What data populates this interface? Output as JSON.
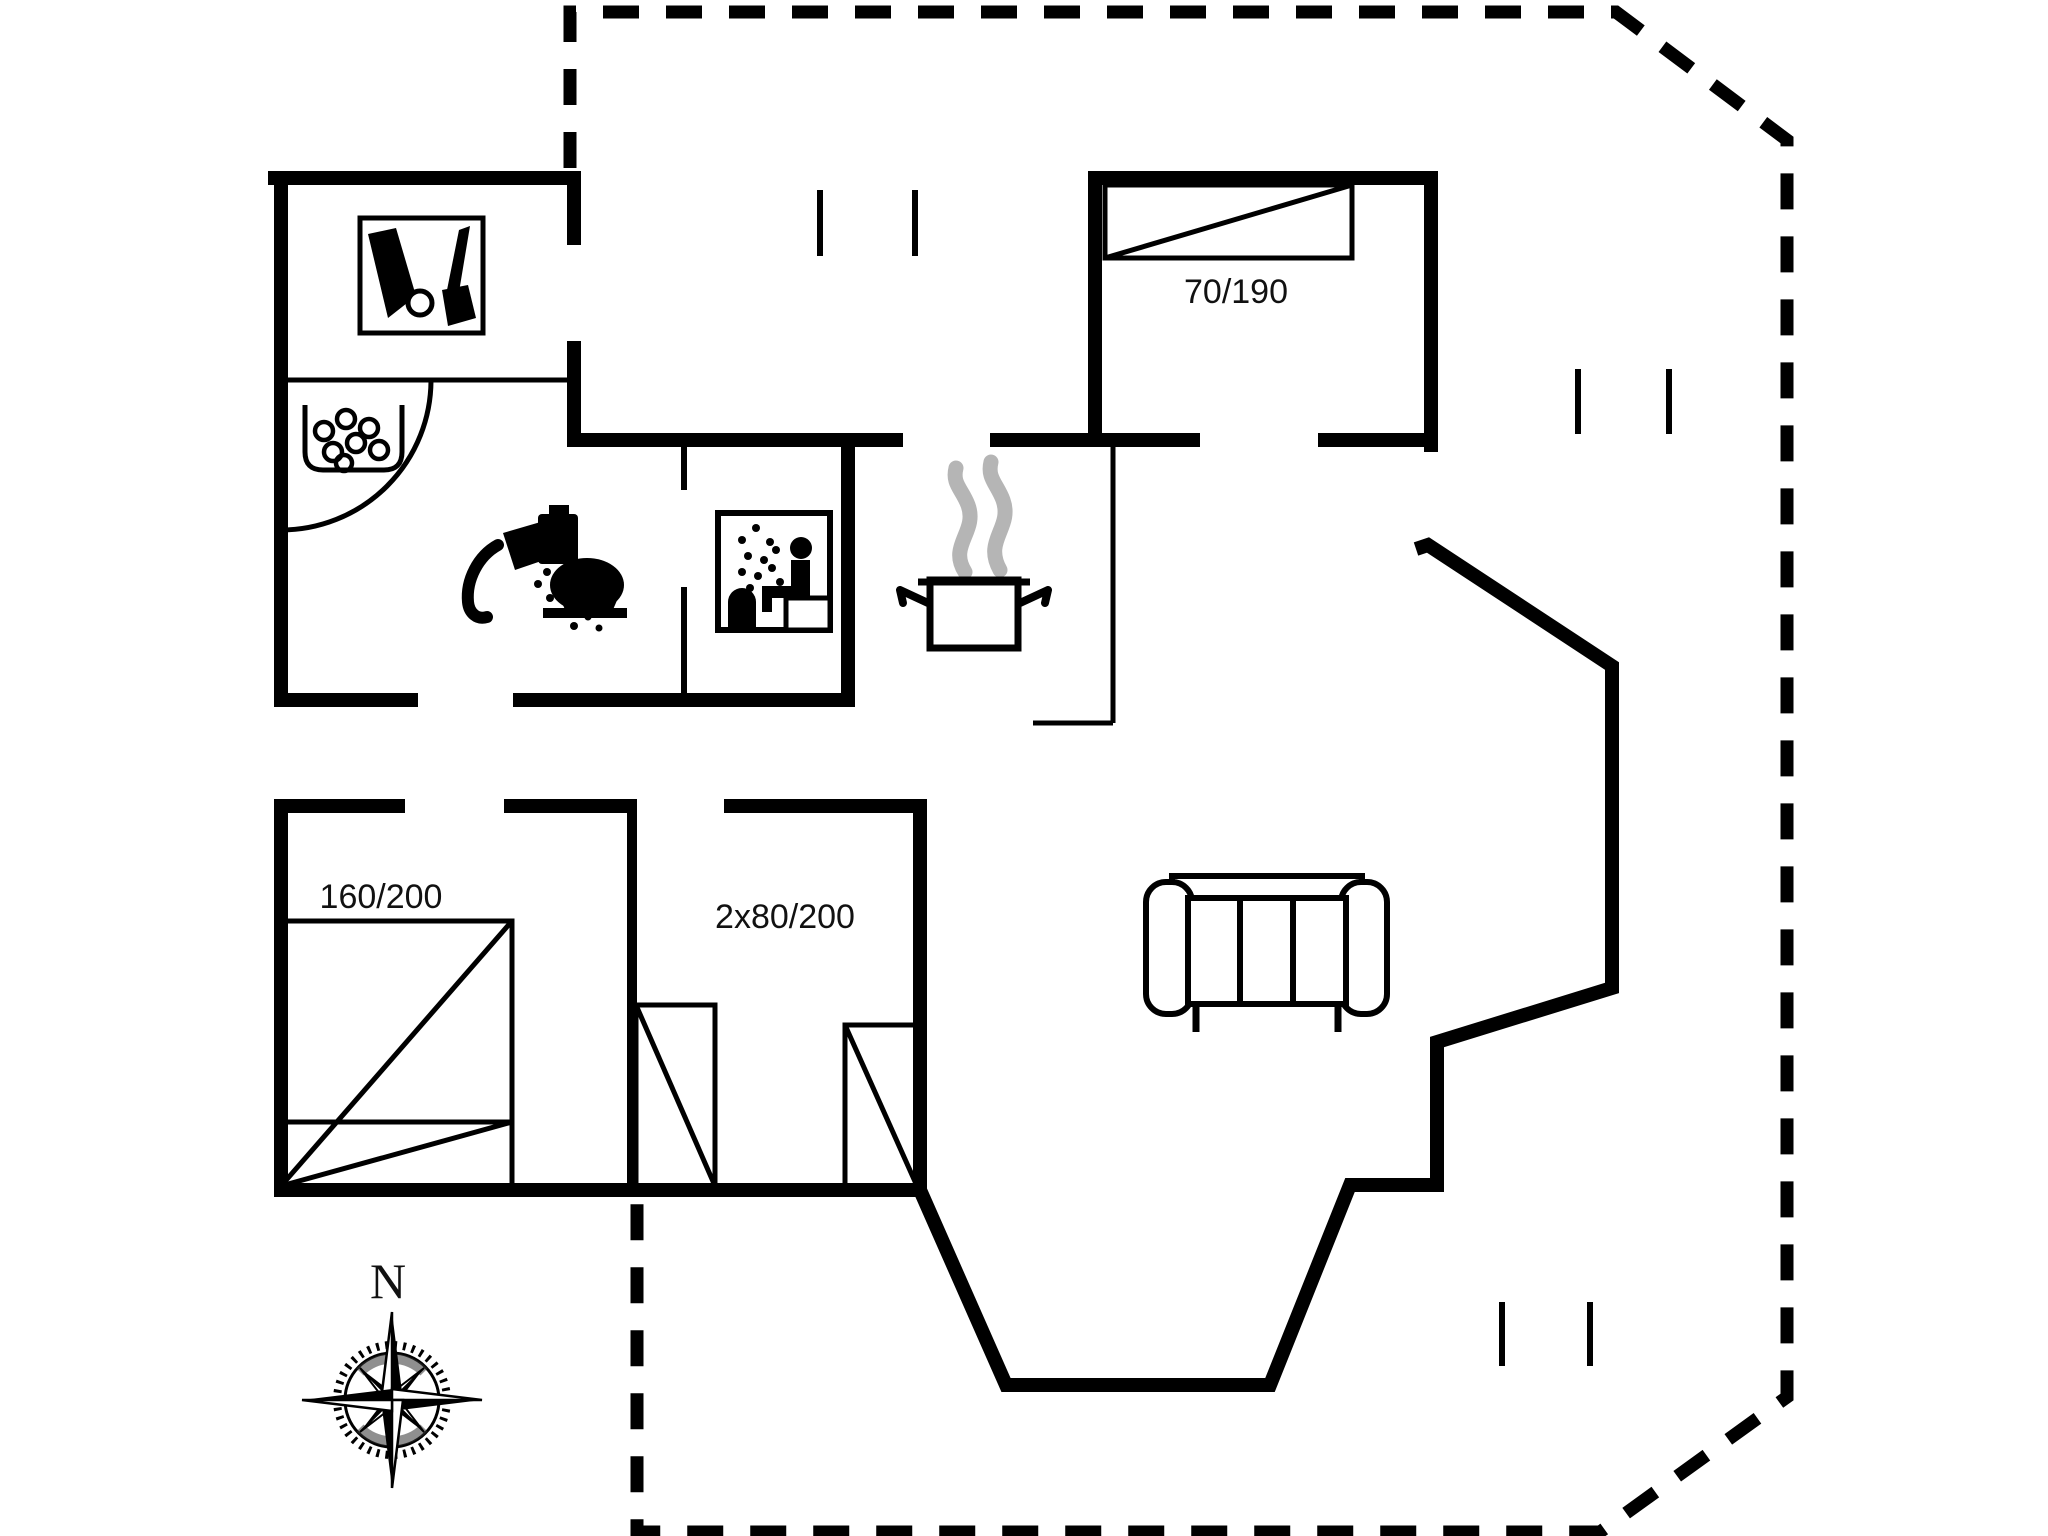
{
  "colors": {
    "background": "#ffffff",
    "ink": "#000000",
    "steam": "#b5b5b5"
  },
  "labels": {
    "bed_top_right": "70/190",
    "bed_bottom_left": "160/200",
    "beds_bottom_middle": "2x80/200",
    "compass_north": "N"
  },
  "icons": [
    {
      "name": "cleaning-tools-icon"
    },
    {
      "name": "bubble-tray-icon"
    },
    {
      "name": "shower-icon"
    },
    {
      "name": "toilet-icon"
    },
    {
      "name": "sauna-icon"
    },
    {
      "name": "cooking-pot-icon"
    },
    {
      "name": "steam-icon"
    },
    {
      "name": "sofa-icon"
    },
    {
      "name": "single-bed-icon"
    },
    {
      "name": "double-bed-icon"
    },
    {
      "name": "twin-beds-icon"
    },
    {
      "name": "compass-rose-icon"
    },
    {
      "name": "door-swing-icon"
    },
    {
      "name": "step-marker-icon"
    }
  ]
}
